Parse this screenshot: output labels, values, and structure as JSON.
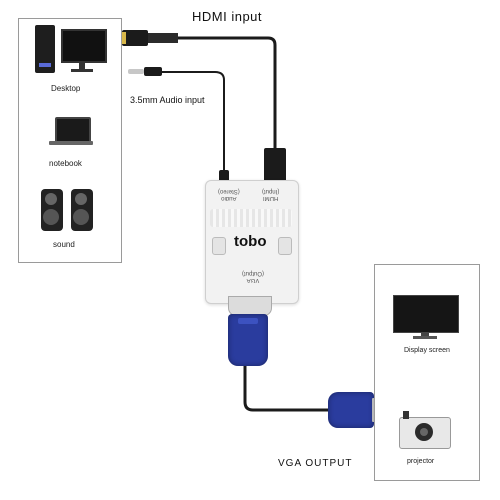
{
  "labels": {
    "hdmi_input": "HDMI input",
    "audio_input": "3.5mm Audio input",
    "vga_output": "VGA OUTPUT"
  },
  "adapter": {
    "brand": "tobo",
    "audio_port": "Audio",
    "audio_port_sub": "(Stereo)",
    "hdmi_port": "HDMI",
    "hdmi_port_sub": "(Input)",
    "vga_port": "VGA",
    "vga_port_sub": "(Output)"
  },
  "source_devices": [
    {
      "label": "Desktop",
      "icon": "desktop-icon"
    },
    {
      "label": "notebook",
      "icon": "laptop-icon"
    },
    {
      "label": "sound",
      "icon": "speakers-icon"
    }
  ],
  "output_devices": [
    {
      "label": "Display screen",
      "icon": "monitor-icon"
    },
    {
      "label": "projector",
      "icon": "projector-icon"
    }
  ],
  "colors": {
    "cable": "#1b1b1b",
    "vga_blue": "#2a3c9e",
    "adapter_white": "#f2f2f2",
    "panel_border": "#9a9a9a"
  }
}
